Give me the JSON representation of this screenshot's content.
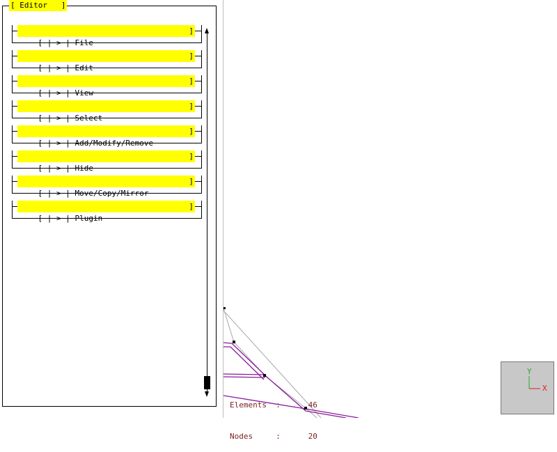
{
  "editor": {
    "title": "[ Editor   ]",
    "menus": [
      {
        "prefix": "[ | > | File",
        "suffix": "]"
      },
      {
        "prefix": "[ | > | Edit",
        "suffix": "]"
      },
      {
        "prefix": "[ | > | View",
        "suffix": "]"
      },
      {
        "prefix": "[ | > | Select",
        "suffix": "]"
      },
      {
        "prefix": "[ | > | Add/Modify/Remove",
        "suffix": "]"
      },
      {
        "prefix": "[ | > | Hide",
        "suffix": "]"
      },
      {
        "prefix": "[ | > | Move/Copy/Mirror",
        "suffix": "]"
      },
      {
        "prefix": "[ | > | Plugin",
        "suffix": "]"
      }
    ]
  },
  "stats": {
    "elements_label": "Elements  :",
    "elements_value": "46",
    "nodes_label": "Nodes     :",
    "nodes_value": "20"
  },
  "axis": {
    "y_label": "Y",
    "x_label": "X"
  },
  "colors": {
    "menu_highlight": "#ffff00",
    "mesh_element": "#8a1a9c",
    "mesh_line": "#a8a8a8",
    "stats_text": "#7a1f1f",
    "axis_x": "#dd2222",
    "axis_y": "#22aa22"
  },
  "icons": [
    "scroll-up-arrow-icon",
    "scroll-down-arrow-icon",
    "axis-triad-icon"
  ]
}
